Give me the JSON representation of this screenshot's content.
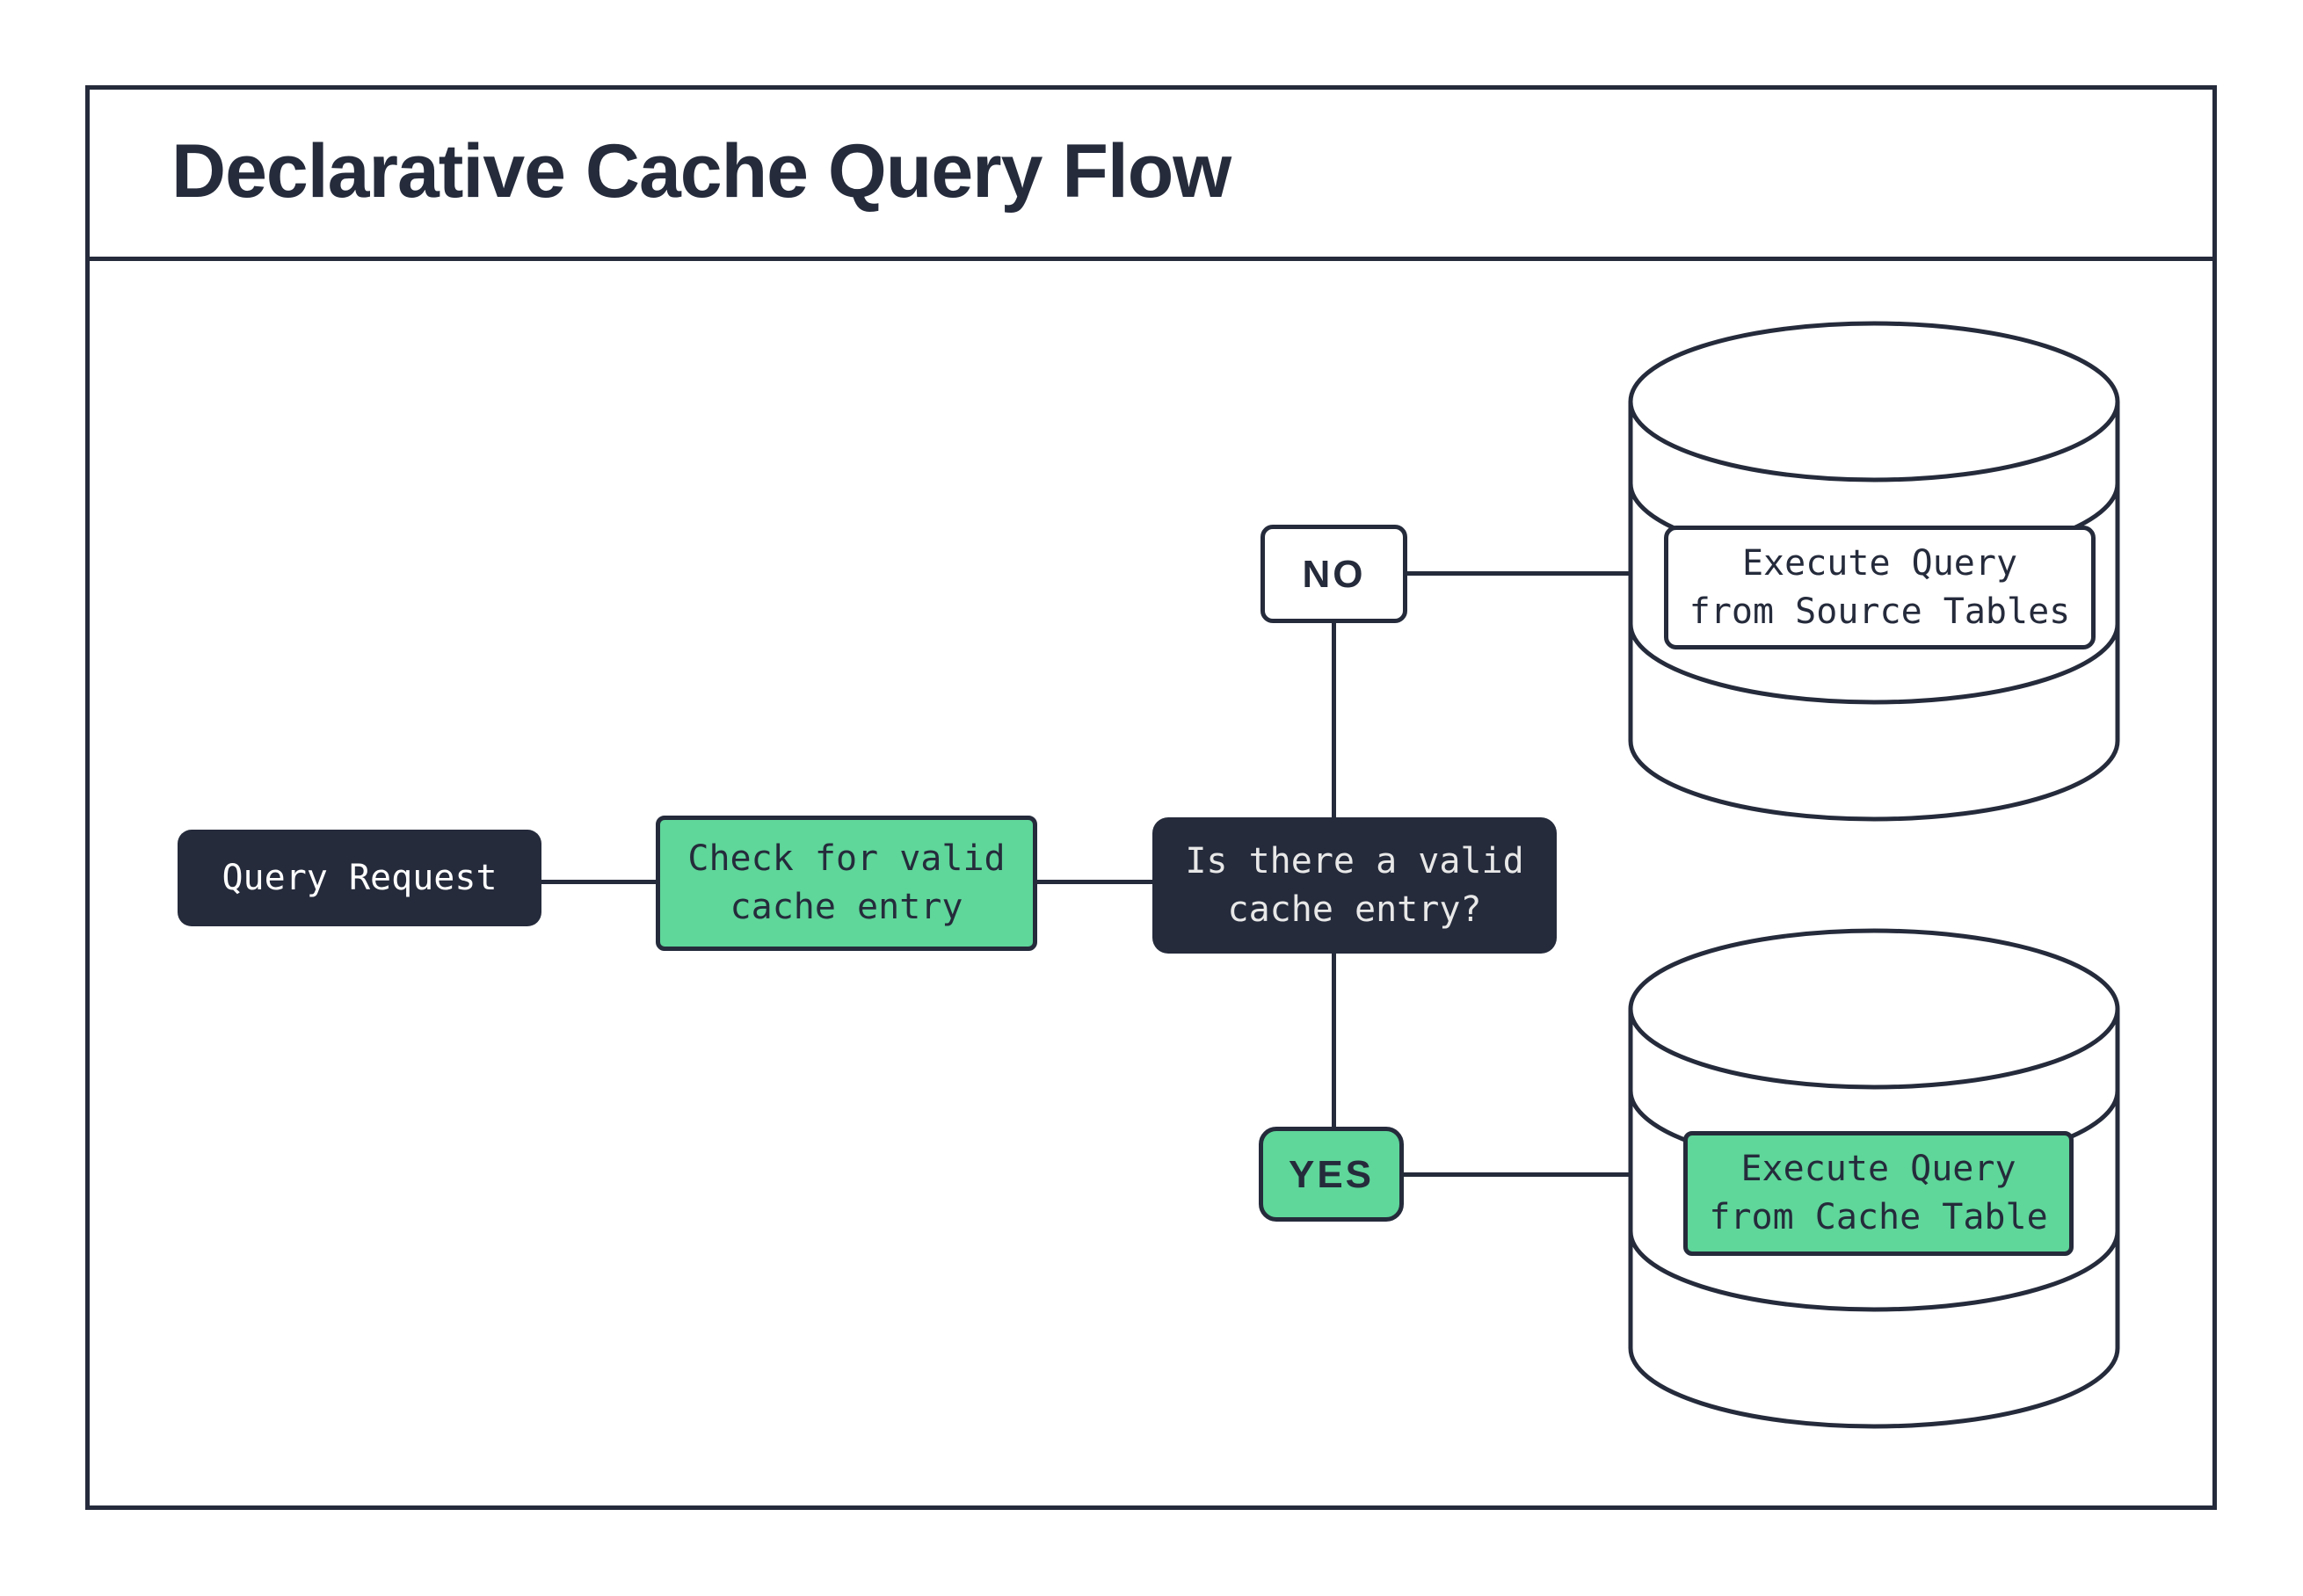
{
  "title": "Declarative Cache Query Flow",
  "colors": {
    "dark": "#252B3B",
    "green": "#5FD69A",
    "light_text": "#E8E8E8",
    "white": "#FFFFFF"
  },
  "flow": {
    "query_request": {
      "label": "Query Request"
    },
    "check_cache": {
      "line1": "Check for valid",
      "line2": "cache entry"
    },
    "decision": {
      "line1": "Is there a valid",
      "line2": "cache entry?"
    },
    "branch_no": {
      "label": "NO"
    },
    "branch_yes": {
      "label": "YES"
    },
    "source_db_action": {
      "line1": "Execute Query",
      "line2": "from Source Tables"
    },
    "cache_db_action": {
      "line1": "Execute Query",
      "line2": "from Cache Table"
    }
  }
}
